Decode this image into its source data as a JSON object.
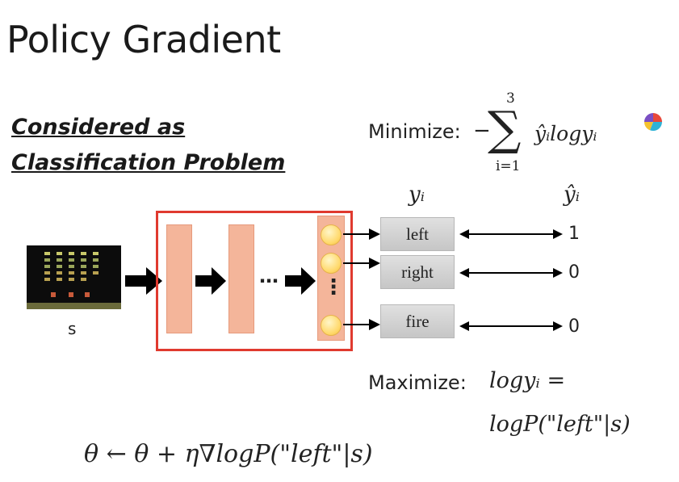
{
  "title": "Policy Gradient",
  "subheading": {
    "line1": "Considered as",
    "line2": "Classification Problem"
  },
  "minimize": {
    "label": "Minimize:",
    "sign": "−",
    "sum_upper": "3",
    "sum_lower": "i=1",
    "term": "ŷᵢlogyᵢ"
  },
  "input_label": "s",
  "ellipsis": "…",
  "output_dots": "⋮",
  "col_headers": {
    "y": "yᵢ",
    "y_hat": "ŷᵢ"
  },
  "actions": [
    {
      "label": "left",
      "target": "1"
    },
    {
      "label": "right",
      "target": "0"
    },
    {
      "label": "fire",
      "target": "0"
    }
  ],
  "maximize": {
    "label": "Maximize:",
    "expr_line1": "logyᵢ =",
    "expr_line2": "logP(\"left\"|s)"
  },
  "update_rule": "θ ← θ + η∇logP(\"left\"|s)",
  "colors": {
    "net_border": "#e03a2f",
    "layer_fill": "#f4b59a",
    "neuron_fill": "#ffd86a"
  },
  "icons": [
    "arrow-right-icon",
    "double-arrow-icon",
    "pie-logo-icon"
  ]
}
